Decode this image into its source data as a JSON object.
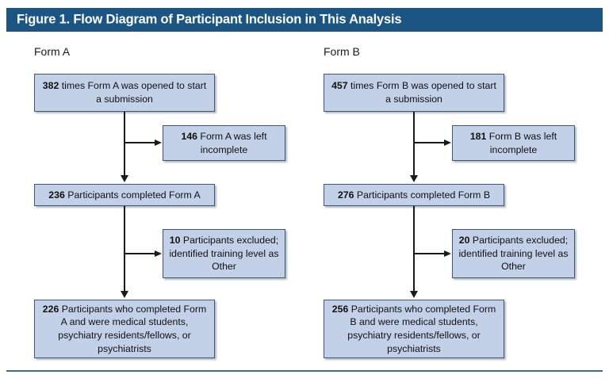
{
  "figure": {
    "title": "Figure 1. Flow Diagram of Participant Inclusion in This Analysis",
    "title_bar_color": "#1a5583",
    "box_fill_color": "#c2d0e8",
    "box_border_color": "#3f5878",
    "footer_rule_color": "#3a6f9a"
  },
  "columns": [
    {
      "heading": "Form A",
      "nodes": [
        {
          "id": "a1",
          "count": "382",
          "text": " times Form A was opened to start a submission"
        },
        {
          "id": "a2",
          "count": "146",
          "text": " Form A was left incomplete"
        },
        {
          "id": "a3",
          "count": "236",
          "text": " Participants completed Form A"
        },
        {
          "id": "a4",
          "count": "10",
          "text": " Participants excluded; identified training level as Other"
        },
        {
          "id": "a5",
          "count": "226",
          "text": " Participants who completed Form A and were medical students, psychiatry residents/fellows, or psychiatrists"
        }
      ]
    },
    {
      "heading": "Form B",
      "nodes": [
        {
          "id": "b1",
          "count": "457",
          "text": " times Form B was opened to start a submission"
        },
        {
          "id": "b2",
          "count": "181",
          "text": " Form B was left incomplete"
        },
        {
          "id": "b3",
          "count": "276",
          "text": " Participants completed Form B"
        },
        {
          "id": "b4",
          "count": "20",
          "text": " Participants excluded; identified training level as Other"
        },
        {
          "id": "b5",
          "count": "256",
          "text": " Participants who completed Form B and were medical students, psychiatry residents/fellows, or psychiatrists"
        }
      ]
    }
  ]
}
